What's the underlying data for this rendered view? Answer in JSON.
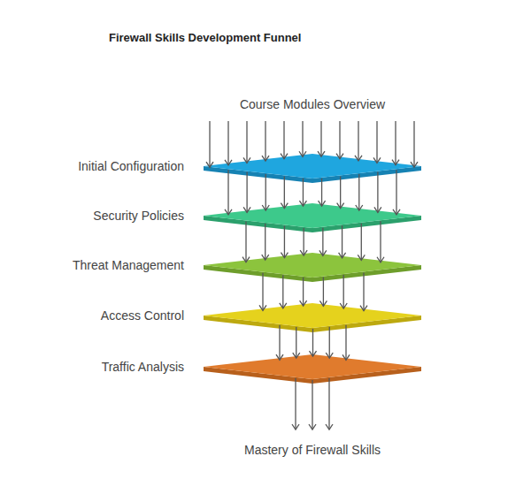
{
  "diagram": {
    "title": "Firewall Skills Development Funnel",
    "nodes": [
      {
        "text": [
          "Initial Configuration"
        ]
      },
      {
        "text": [
          "Security Policies"
        ]
      },
      {
        "text": [
          "Threat Management"
        ]
      },
      {
        "text": [
          "Access Control"
        ]
      },
      {
        "text": [
          "Traffic Analysis"
        ]
      }
    ],
    "labels": [
      "Course Modules Overview",
      "Mastery of Firewall Skills"
    ]
  }
}
